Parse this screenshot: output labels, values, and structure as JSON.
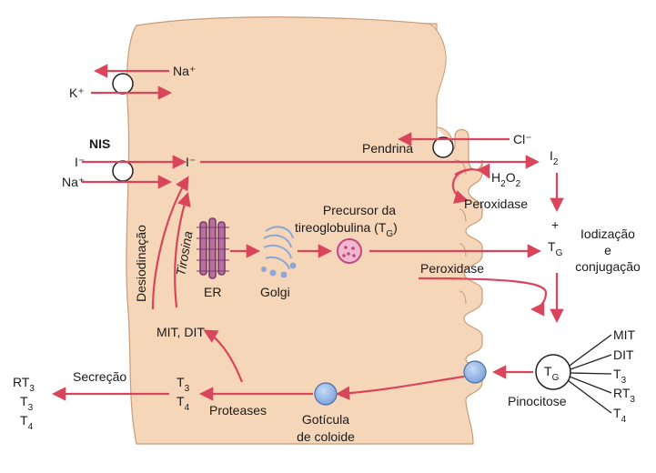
{
  "colors": {
    "cell_fill": "#f6d6b8",
    "cell_stroke": "#c89a78",
    "arrow": "#d9455a",
    "droplet": "#8fb3e6",
    "text": "#1a1a1a"
  },
  "labels": {
    "na_top": "Na⁺",
    "k": "K⁺",
    "nis": "NIS",
    "i_left": "I⁻",
    "na_left": "Na⁺",
    "i_inside": "I⁻",
    "cl": "Cl⁻",
    "pendrina": "Pendrina",
    "i2_main": "I",
    "i2_sub": "2",
    "h2o2": "H",
    "h2o2_sub1": "2",
    "h2o2_o": "O",
    "h2o2_sub2": "2",
    "peroxidase_1": "Peroxidase",
    "plus": "+",
    "tg_main": "T",
    "tg_sub": "G",
    "iodizacao_1": "Iodização",
    "iodizacao_2": "e",
    "iodizacao_3": "conjugação",
    "precursor_1": "Precursor da",
    "precursor_2": "tireoglobulina (T",
    "precursor_sub": "G",
    "precursor_close": ")",
    "peroxidase_2": "Peroxidase",
    "er": "ER",
    "golgi": "Golgi",
    "desiodinacao": "Desiodinação",
    "tirosina": "Tirosina",
    "mit_dit": "MIT, DIT",
    "secrecao": "Secreção",
    "rt3_l": "RT",
    "t3_l": "T",
    "t4_l": "T",
    "t3_mid": "T",
    "t4_mid": "T",
    "proteases": "Proteases",
    "goticula_1": "Gotícula",
    "goticula_2": "de coloide",
    "pinocitose": "Pinocitose",
    "tg_circle_main": "T",
    "tg_circle_sub": "G",
    "mit_r": "MIT",
    "dit_r": "DIT",
    "t3_r": "T",
    "rt3_r": "RT",
    "t4_r": "T",
    "sub3": "3",
    "sub4": "4"
  }
}
